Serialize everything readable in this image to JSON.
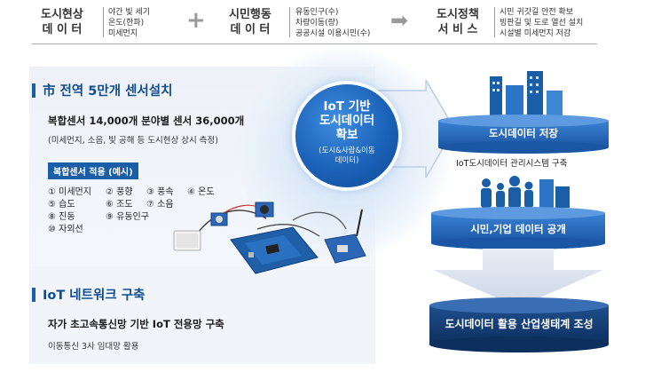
{
  "flow": {
    "step1": {
      "title_line1": "도시현상",
      "title_line2": "데 이 터",
      "items": [
        "야간 빛 세기",
        "온도(한파)",
        "미세먼지"
      ]
    },
    "step2": {
      "title_line1": "시민행동",
      "title_line2": "데 이 터",
      "items": [
        "유동인구(수)",
        "차량이동(량)",
        "공공시설 이용시민(수)"
      ]
    },
    "step3": {
      "title_line1": "도시정책",
      "title_line2": "서 비 스",
      "items": [
        "시민 귀갓길 안전 확보",
        "빙판길 및 도로 열선 설치",
        "시설별 미세먼지 저감"
      ]
    },
    "plus_symbol": "+",
    "arrow_symbol": "➡"
  },
  "sensor_section": {
    "heading": "市 전역  5만개 센서설치",
    "line1": "복합센서  14,000개  분야별 센서 36,000개",
    "line2": "(미세먼지, 소음, 빛 공해 등 도시현상 상시 측정)",
    "tag": "복합센서 적용 (예시)",
    "sensors": [
      "① 미세먼지",
      "② 풍향",
      "③ 풍속",
      "④ 온도",
      "⑤ 습도",
      "⑥ 조도",
      "⑦ 소음",
      "⑧ 진동",
      "⑨ 유동인구",
      "⑩ 자외선"
    ]
  },
  "network_section": {
    "heading": "IoT 네트워크 구축",
    "line1": "자가 초고속통신망 기반 IoT 전용망 구축",
    "line2": "이동통신 3사 임대망 활용"
  },
  "center": {
    "title_lines": [
      "IoT 기반",
      "도시데이터",
      "확보"
    ],
    "sub_lines": [
      "(도시&사람&이동",
      "데이터)"
    ]
  },
  "right": {
    "storage_label": "도시데이터 저장",
    "storage_caption": "IoT도시데이터 관리시스템 구축",
    "open_label": "시민,기업 데이터 공개",
    "ecosystem_label": "도시데이터 활용 산업생태계 조성"
  },
  "colors": {
    "primary_blue": "#1b5ea8",
    "dark_navy": "#0f3f7c",
    "light_panel": "#eef2f8"
  }
}
